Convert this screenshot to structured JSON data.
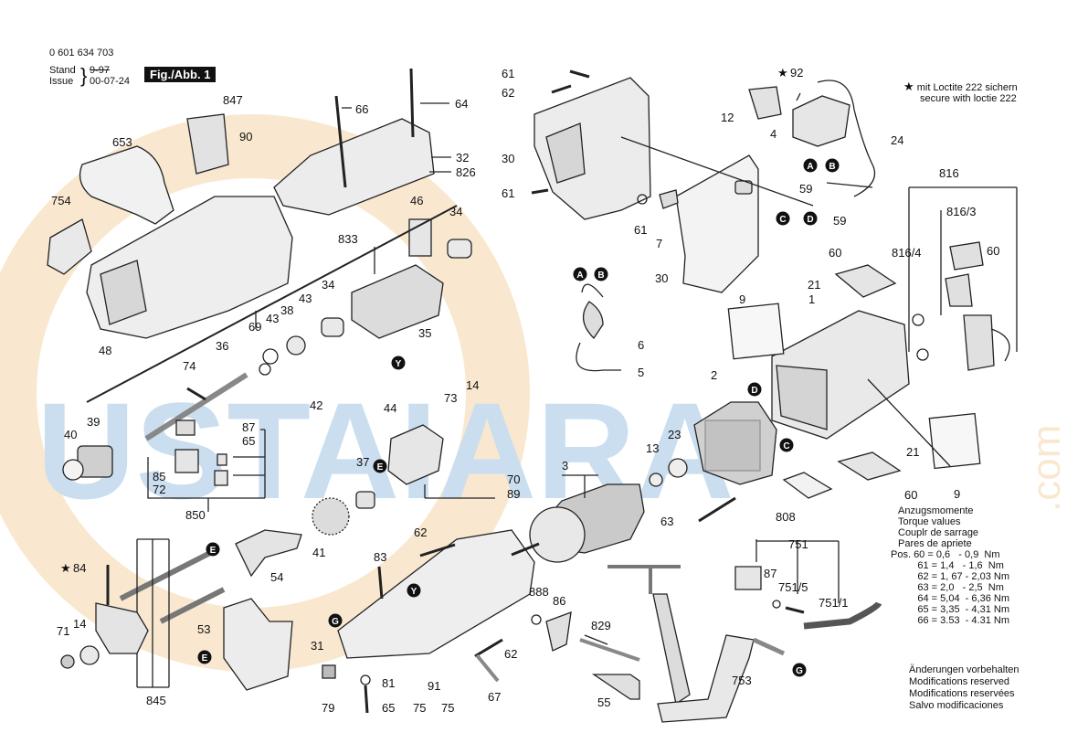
{
  "header": {
    "part_no": "0 601 634 703",
    "stand_label": "Stand",
    "issue_label": "Issue",
    "stand_date_struck": "9-97",
    "issue_date": "00-07-24",
    "fig_label": "Fig./Abb. 1"
  },
  "watermark": {
    "text": "USTAIARA",
    "suffix": ".com",
    "color": "#9ec4e3",
    "accent": "#f5d5a8"
  },
  "loctite_note": {
    "star": "★",
    "line1": "mit Loctite 222 sichern",
    "line2": "secure with loctie 222"
  },
  "torque": {
    "titles": [
      "Anzugsmomente",
      "Torque values",
      "Couplr de sarrage",
      "Pares de apriete"
    ],
    "rows": [
      "Pos. 60 = 0,6   - 0,9  Nm",
      "       61 = 1,4   - 1,6  Nm",
      "       62 = 1, 67 - 2,03 Nm",
      "       63 = 2,0   - 2,5  Nm",
      "       64 = 5,04  - 6,36 Nm",
      "       65 = 3,35  - 4,31 Nm",
      "       66 = 3.53  - 4.31 Nm"
    ]
  },
  "modifications": [
    "Änderungen vorbehalten",
    "Modifications reserved",
    "Modifications reservées",
    "Salvo modificaciones"
  ],
  "part_labels": {
    "p847": "847",
    "p90": "90",
    "p653": "653",
    "p754": "754",
    "p66": "66",
    "p64": "64",
    "p32": "32",
    "p826": "826",
    "p46": "46",
    "p34a": "34",
    "p833": "833",
    "p34b": "34",
    "p43a": "43",
    "p38": "38",
    "p69": "69",
    "p43b": "43",
    "p35": "35",
    "p48": "48",
    "p36": "36",
    "p74": "74",
    "p39": "39",
    "p42": "42",
    "p87": "87",
    "p65a": "65",
    "p85": "85",
    "p72": "72",
    "p40": "40",
    "p850": "850",
    "p44": "44",
    "p73": "73",
    "p14a": "14",
    "p37": "37",
    "p70": "70",
    "p89": "89",
    "p41": "41",
    "p84": "84",
    "p54": "54",
    "p71": "71",
    "p14b": "14",
    "p53": "53",
    "p845": "845",
    "p62a": "62",
    "p83": "83",
    "p31": "31",
    "p81": "81",
    "p79": "79",
    "p65b": "65",
    "p75a": "75",
    "p91": "91",
    "p75b": "75",
    "p67": "67",
    "p62b": "62",
    "p888": "888",
    "p86": "86",
    "p829": "829",
    "p55": "55",
    "p61a": "61",
    "p62c": "62",
    "p30a": "30",
    "p61b": "61",
    "p61c": "61",
    "p7": "7",
    "p30b": "30",
    "p92": "92",
    "p12": "12",
    "p4": "4",
    "p24": "24",
    "p59a": "59",
    "p59b": "59",
    "p6": "6",
    "p5": "5",
    "p3": "3",
    "p2": "2",
    "p13": "13",
    "p23": "23",
    "p63": "63",
    "p808": "808",
    "p9a": "9",
    "p1": "1",
    "p21a": "21",
    "p60a": "60",
    "p816": "816",
    "p8163": "816/3",
    "p8164": "816/4",
    "p60b": "60",
    "p21b": "21",
    "p60c": "60",
    "p9b": "9",
    "p751": "751",
    "p87b": "87",
    "p7515": "751/5",
    "p7511": "751/1",
    "p753": "753"
  },
  "markers": {
    "A1": "A",
    "B1": "B",
    "C1": "C",
    "D1": "D",
    "A2": "A",
    "B2": "B",
    "D2": "D",
    "C2": "C",
    "Y1": "Y",
    "Y2": "Y",
    "E1": "E",
    "E2": "E",
    "E3": "E",
    "G1": "G",
    "G2": "G"
  },
  "stars": {
    "s92": "★",
    "s84": "★"
  }
}
